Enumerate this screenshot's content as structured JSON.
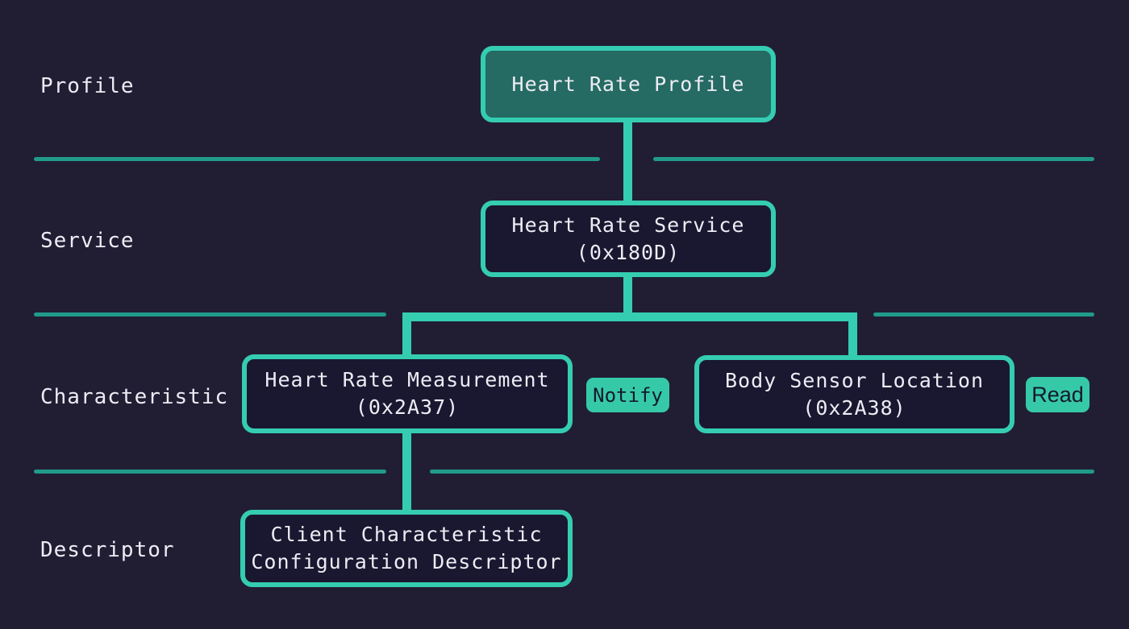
{
  "colors": {
    "bg": "#211e34",
    "teal": "#35cdb2",
    "teal-dark": "#219a8a",
    "box-fill": "#1a1830",
    "profile-fill": "#256b63",
    "badge": "#36c9a8",
    "badge-text": "#14192b",
    "text": "#edecf4"
  },
  "rows": [
    {
      "label": "Profile"
    },
    {
      "label": "Service"
    },
    {
      "label": "Characteristic"
    },
    {
      "label": "Descriptor"
    }
  ],
  "nodes": {
    "profile": {
      "title": "Heart Rate Profile"
    },
    "service": {
      "name": "Heart Rate Service",
      "uuid": "(0x180D)"
    },
    "heart_rate_measurement": {
      "name": "Heart Rate Measurement",
      "uuid": "(0x2A37)",
      "property": "Notify"
    },
    "body_sensor_location": {
      "name": "Body Sensor Location",
      "uuid": "(0x2A38)",
      "property": "Read"
    },
    "descriptor": {
      "name_line1": "Client Characteristic",
      "name_line2": "Configuration Descriptor"
    }
  }
}
